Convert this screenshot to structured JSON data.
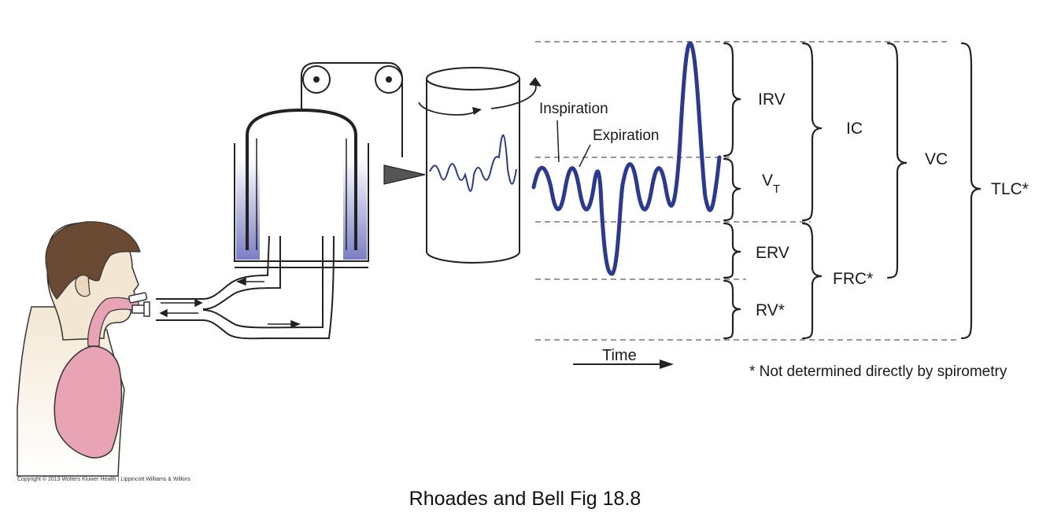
{
  "figure": {
    "caption": "Rhoades and Bell  Fig 18.8",
    "copyright": "Copyright © 2013 Wolters Kluwer Health | Lippincott Williams & Wilkins",
    "footnote": "* Not determined directly by spirometry"
  },
  "labels": {
    "inspiration": "Inspiration",
    "expiration": "Expiration",
    "time": "Time"
  },
  "volumes": {
    "irv": "IRV",
    "vt_main": "V",
    "vt_sub": "T",
    "erv": "ERV",
    "rv": "RV*",
    "ic": "IC",
    "frc": "FRC*",
    "vc": "VC",
    "tlc": "TLC*"
  },
  "colors": {
    "trace": "#2b3990",
    "water": "#7b7fc4",
    "lung": "#e8a4b4",
    "skin": "#f3e7d3",
    "hair": "#6b4a34"
  }
}
